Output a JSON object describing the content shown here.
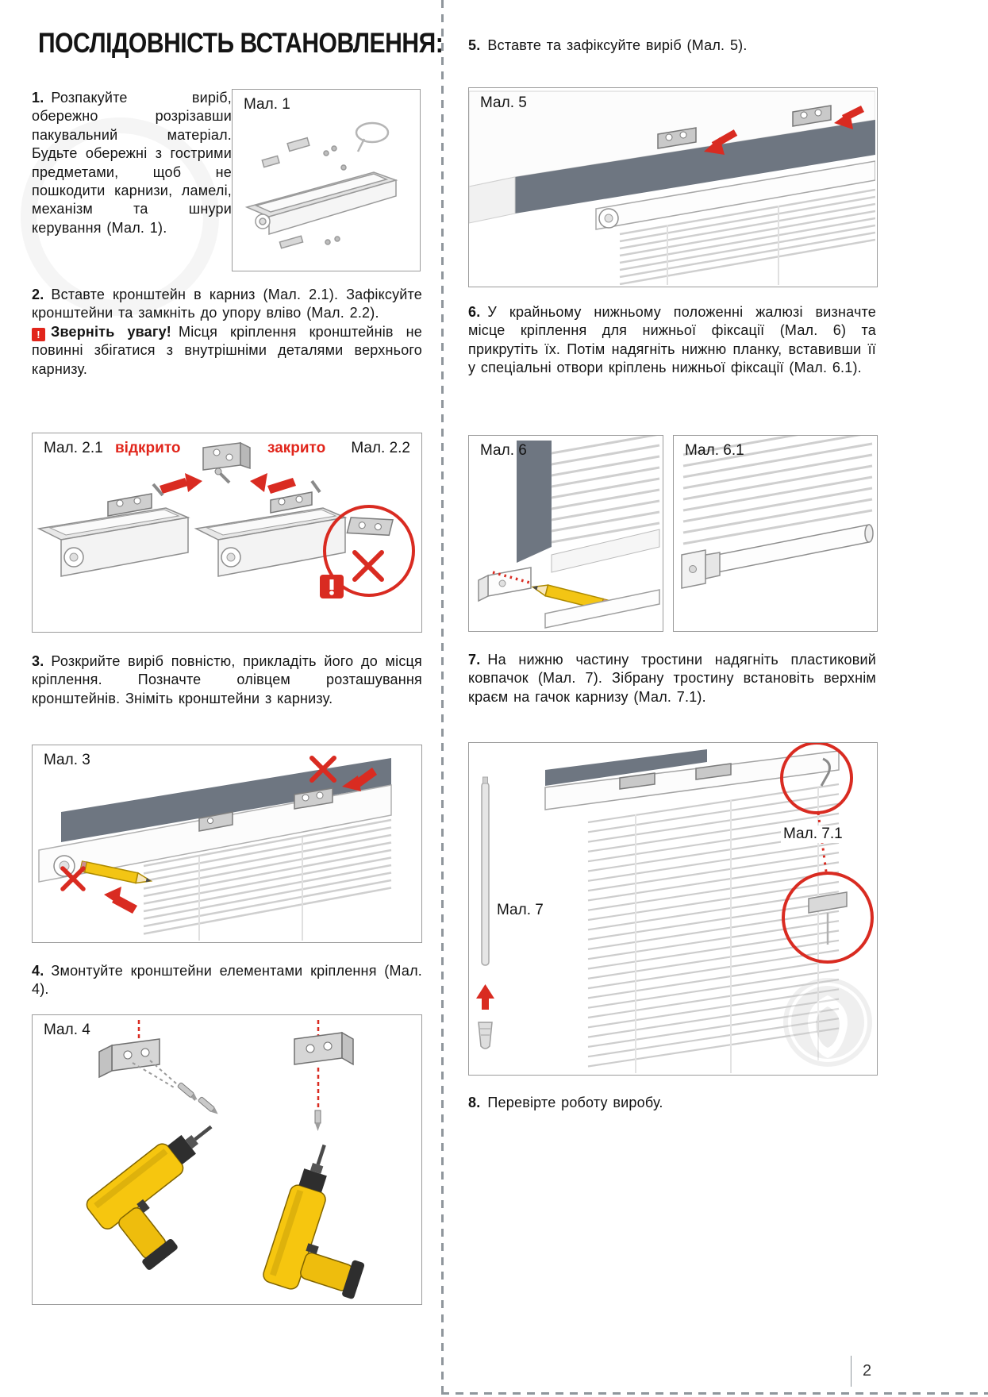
{
  "page": {
    "title": "ПОСЛІДОВНІСТЬ ВСТАНОВЛЕННЯ:",
    "page_number": "2"
  },
  "colors": {
    "accent_red": "#e1251b",
    "figure_border": "#9b9b9b",
    "dark_panel": "#6e7681",
    "drill_yellow": "#f6c60f",
    "pencil_yellow": "#f3c514"
  },
  "steps": {
    "s1": {
      "num": "1.",
      "text": "Розпакуйте виріб, обережно розрізавши пакувальний матеріал. Будьте обережні з гострими предметами, щоб не пошкодити карнизи, ламелі, механізм та шнури керування (Мал. 1)."
    },
    "s2": {
      "num": "2.",
      "text": "Вставте кронштейн в карниз (Мал. 2.1). Зафіксуйте кронштейни та замкніть до упору вліво (Мал. 2.2)."
    },
    "warning": {
      "glyph": "!",
      "title": "Зверніть увагу!",
      "text": "Місця кріплення кронштейнів не повинні збігатися з внутрішніми деталями верхнього карнизу."
    },
    "s3": {
      "num": "3.",
      "text": "Розкрийте виріб повністю, прикладіть його до місця кріплення. Позначте олівцем розташування кронштейнів. Зніміть кронштейни з карнизу."
    },
    "s4": {
      "num": "4.",
      "text": "Змонтуйте кронштейни елементами кріплення (Мал. 4)."
    },
    "s5": {
      "num": "5.",
      "text": "Вставте та зафіксуйте виріб (Мал. 5)."
    },
    "s6": {
      "num": "6.",
      "text": "У крайньому нижньому положенні жалюзі визначте місце кріплення для нижньої фіксації (Мал. 6) та прикрутіть їх. Потім надягніть нижню планку, вставивши її у спеціальні отвори кріплень нижньої фіксації (Мал. 6.1)."
    },
    "s7": {
      "num": "7.",
      "text": "На нижню частину тростини надягніть пластиковий ковпачок (Мал. 7). Зібрану тростину встановіть верхнім краєм на гачок карнизу (Мал. 7.1)."
    },
    "s8": {
      "num": "8.",
      "text": "Перевірте роботу виробу."
    }
  },
  "figures": {
    "fig1": {
      "label": "Мал. 1"
    },
    "fig2": {
      "label_left": "Мал. 2.1",
      "open": "відкрито",
      "closed": "закрито",
      "label_right": "Мал. 2.2"
    },
    "fig3": {
      "label": "Мал. 3"
    },
    "fig4": {
      "label": "Мал. 4"
    },
    "fig5": {
      "label": "Мал. 5"
    },
    "fig6": {
      "label": "Мал. 6"
    },
    "fig6_1": {
      "label": "Мал. 6.1"
    },
    "fig7": {
      "label": "Мал. 7",
      "label_detail": "Мал. 7.1"
    }
  }
}
